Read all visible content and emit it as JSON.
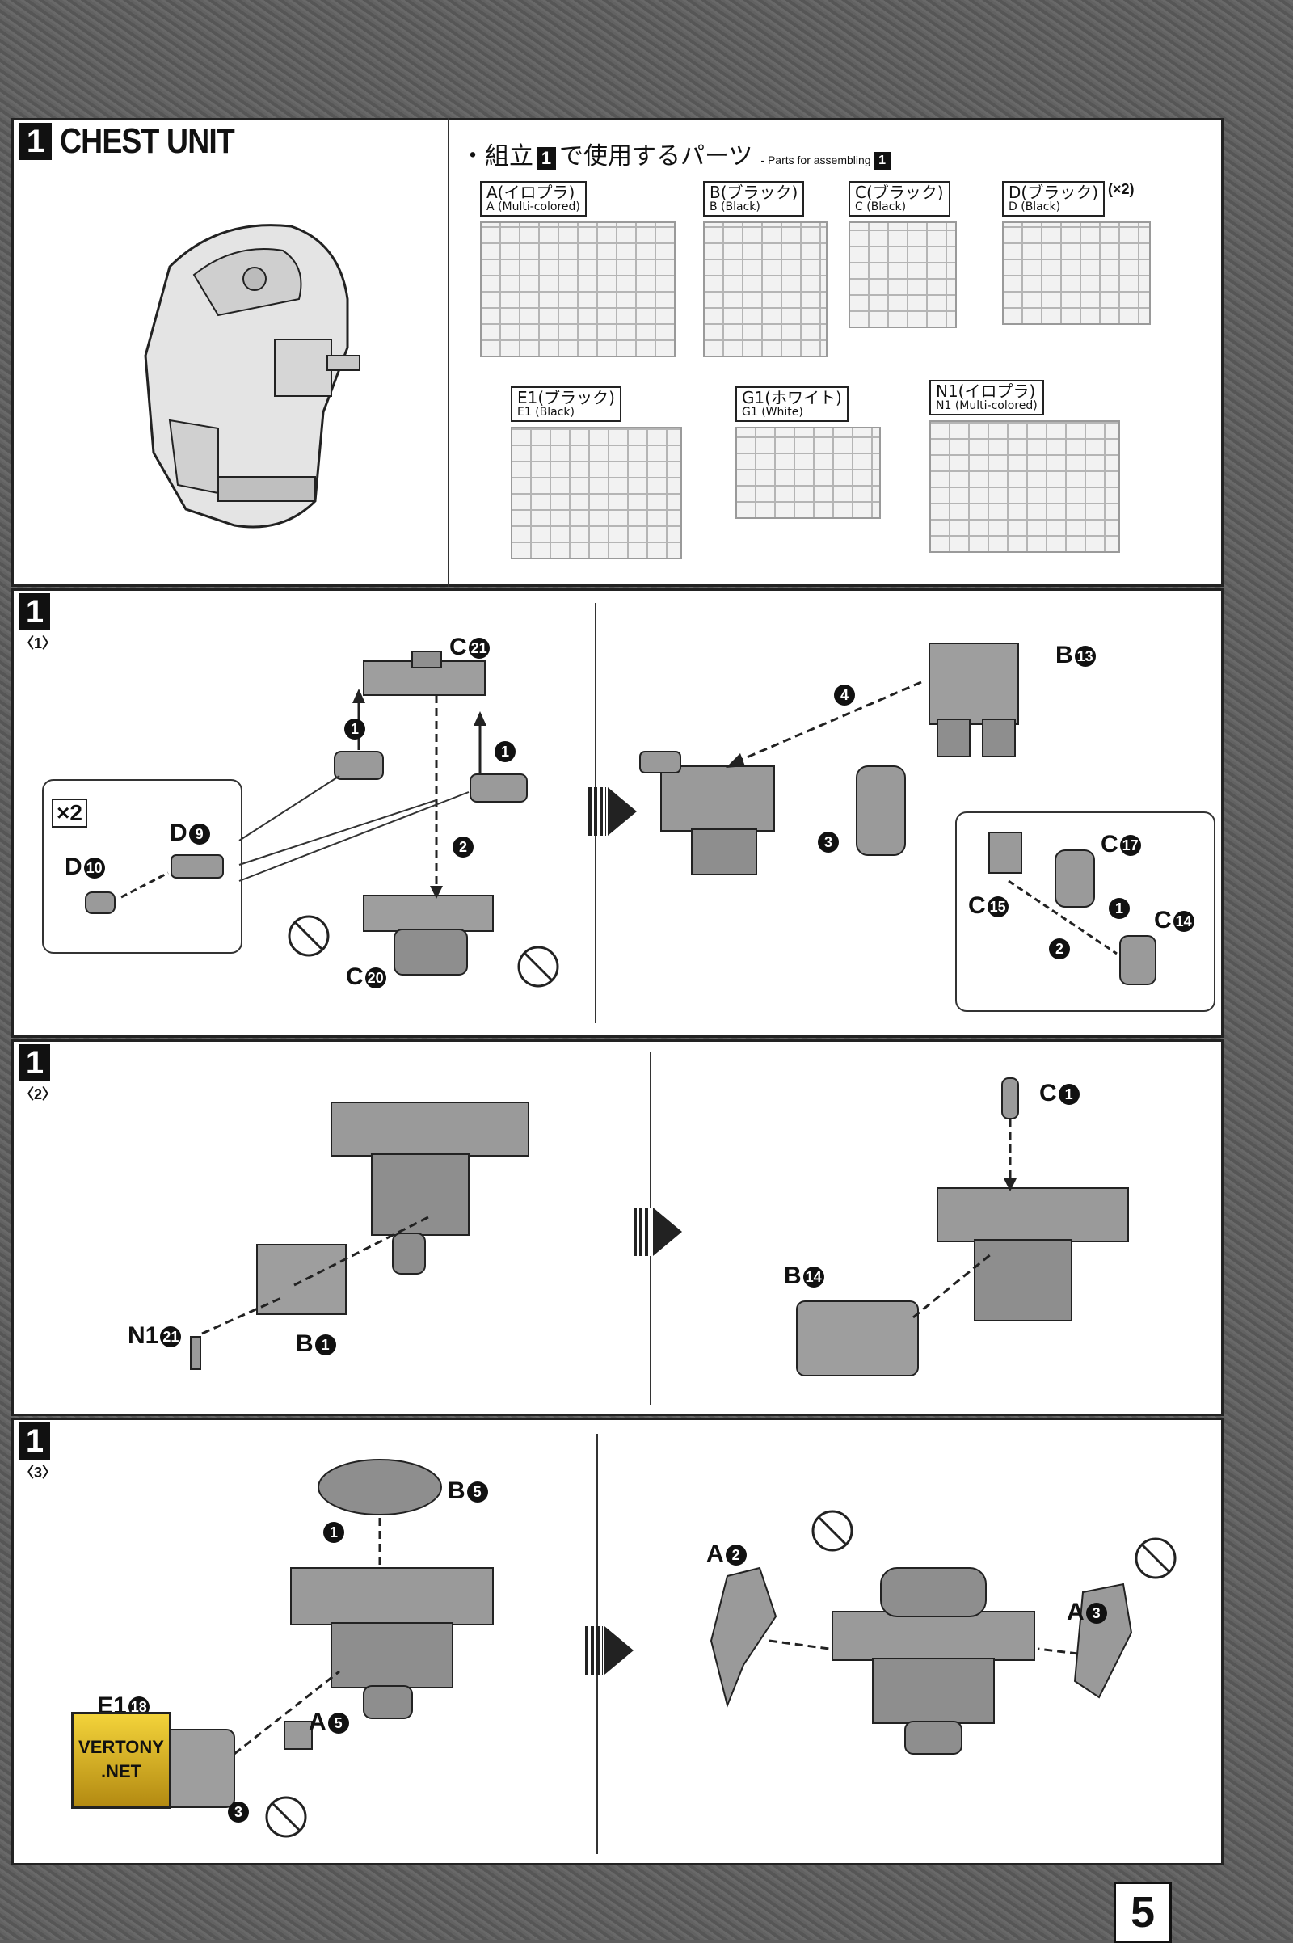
{
  "section": {
    "number": "1",
    "title": "CHEST UNIT"
  },
  "parts_header": {
    "ja": "・組立",
    "ja_num": "1",
    "ja_suffix": "で使用するパーツ",
    "en": "- Parts for assembling",
    "en_num": "1"
  },
  "runners": [
    {
      "label": "A(イロプラ)",
      "sub": "A (Multi-colored)",
      "qty": ""
    },
    {
      "label": "B(ブラック)",
      "sub": "B (Black)",
      "qty": ""
    },
    {
      "label": "C(ブラック)",
      "sub": "C (Black)",
      "qty": ""
    },
    {
      "label": "D(ブラック)",
      "sub": "D (Black)",
      "qty": "(×2)"
    },
    {
      "label": "E1(ブラック)",
      "sub": "E1 (Black)",
      "qty": ""
    },
    {
      "label": "G1(ホワイト)",
      "sub": "G1 (White)",
      "qty": ""
    },
    {
      "label": "N1(イロプラ)",
      "sub": "N1 (Multi-colored)",
      "qty": ""
    }
  ],
  "steps": [
    {
      "number": "1",
      "sub": "〈1〉",
      "multiplier": "×2",
      "callouts": [
        {
          "part": "C",
          "num": "21"
        },
        {
          "part": "D",
          "num": "9"
        },
        {
          "part": "D",
          "num": "10"
        },
        {
          "part": "C",
          "num": "20"
        },
        {
          "part": "B",
          "num": "13"
        },
        {
          "part": "C",
          "num": "17"
        },
        {
          "part": "C",
          "num": "15"
        },
        {
          "part": "C",
          "num": "14"
        }
      ],
      "order": [
        "1",
        "1",
        "2",
        "3",
        "4",
        "1",
        "2"
      ]
    },
    {
      "number": "1",
      "sub": "〈2〉",
      "callouts": [
        {
          "part": "N1",
          "num": "21"
        },
        {
          "part": "B",
          "num": "1"
        },
        {
          "part": "C",
          "num": "1"
        },
        {
          "part": "B",
          "num": "14"
        }
      ]
    },
    {
      "number": "1",
      "sub": "〈3〉",
      "callouts": [
        {
          "part": "B",
          "num": "5"
        },
        {
          "part": "E1",
          "num": "18"
        },
        {
          "part": "A",
          "num": "5"
        },
        {
          "part": "A",
          "num": "2"
        },
        {
          "part": "A",
          "num": "3"
        }
      ],
      "order": [
        "1",
        "3"
      ]
    }
  ],
  "watermark": {
    "line1": "VERTONY",
    "line2": ".NET"
  },
  "page_number": "5"
}
